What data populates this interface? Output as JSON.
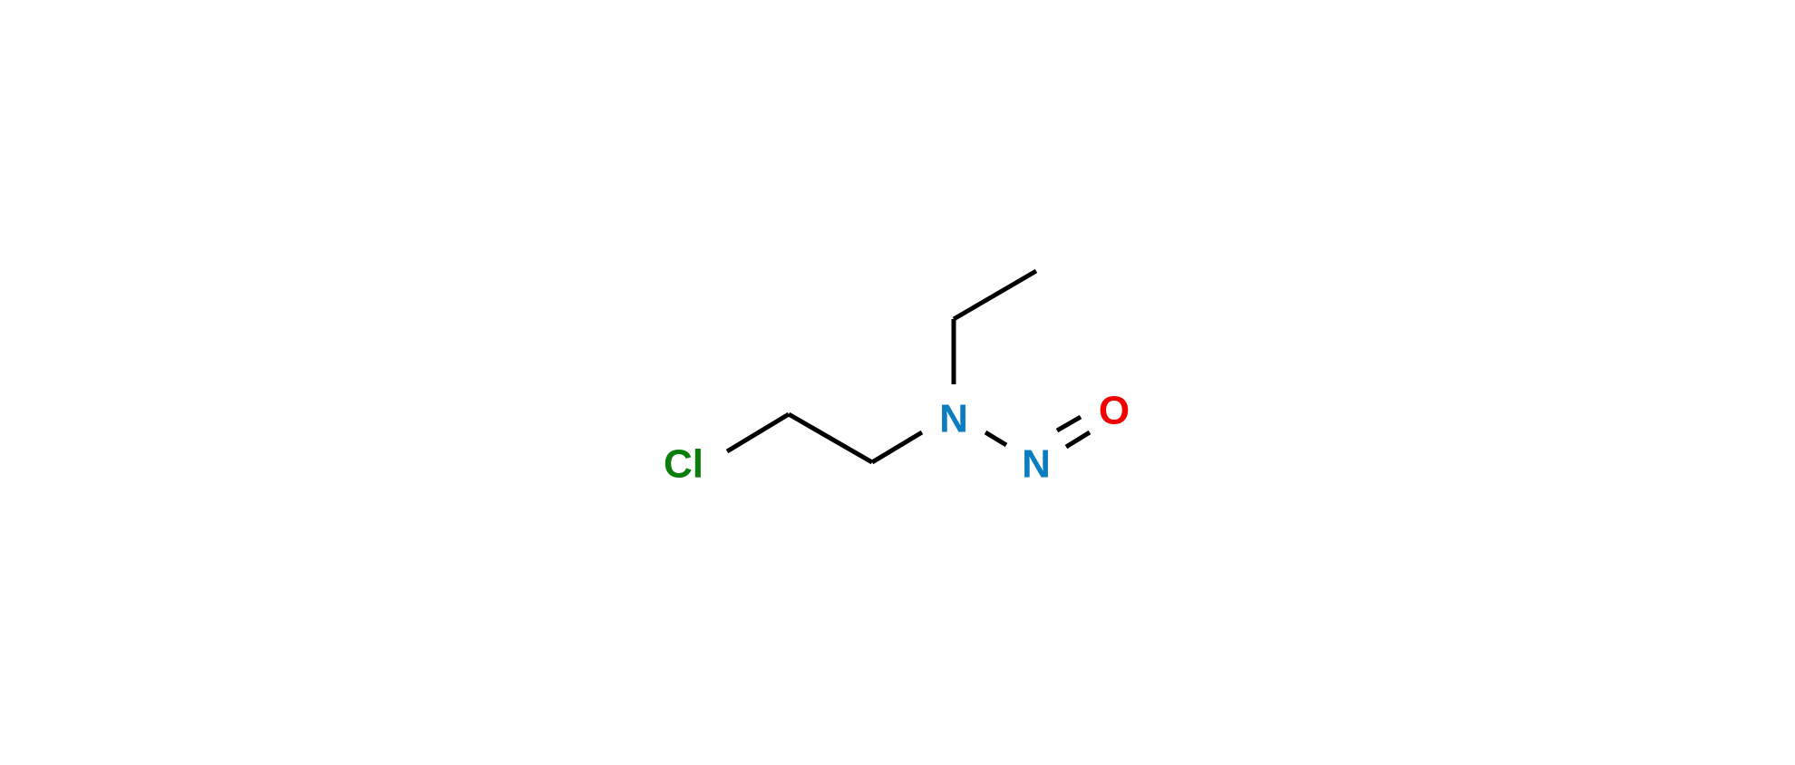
{
  "molecule": {
    "atoms": {
      "chlorine": {
        "label": "Cl",
        "color": "#0a7d0a"
      },
      "amine_nitrogen": {
        "label": "N",
        "color": "#0a7dc0"
      },
      "nitroso_nitrogen": {
        "label": "N",
        "color": "#0a7dc0"
      },
      "oxygen": {
        "label": "O",
        "color": "#f00000"
      }
    },
    "bond_color": "#000000"
  }
}
